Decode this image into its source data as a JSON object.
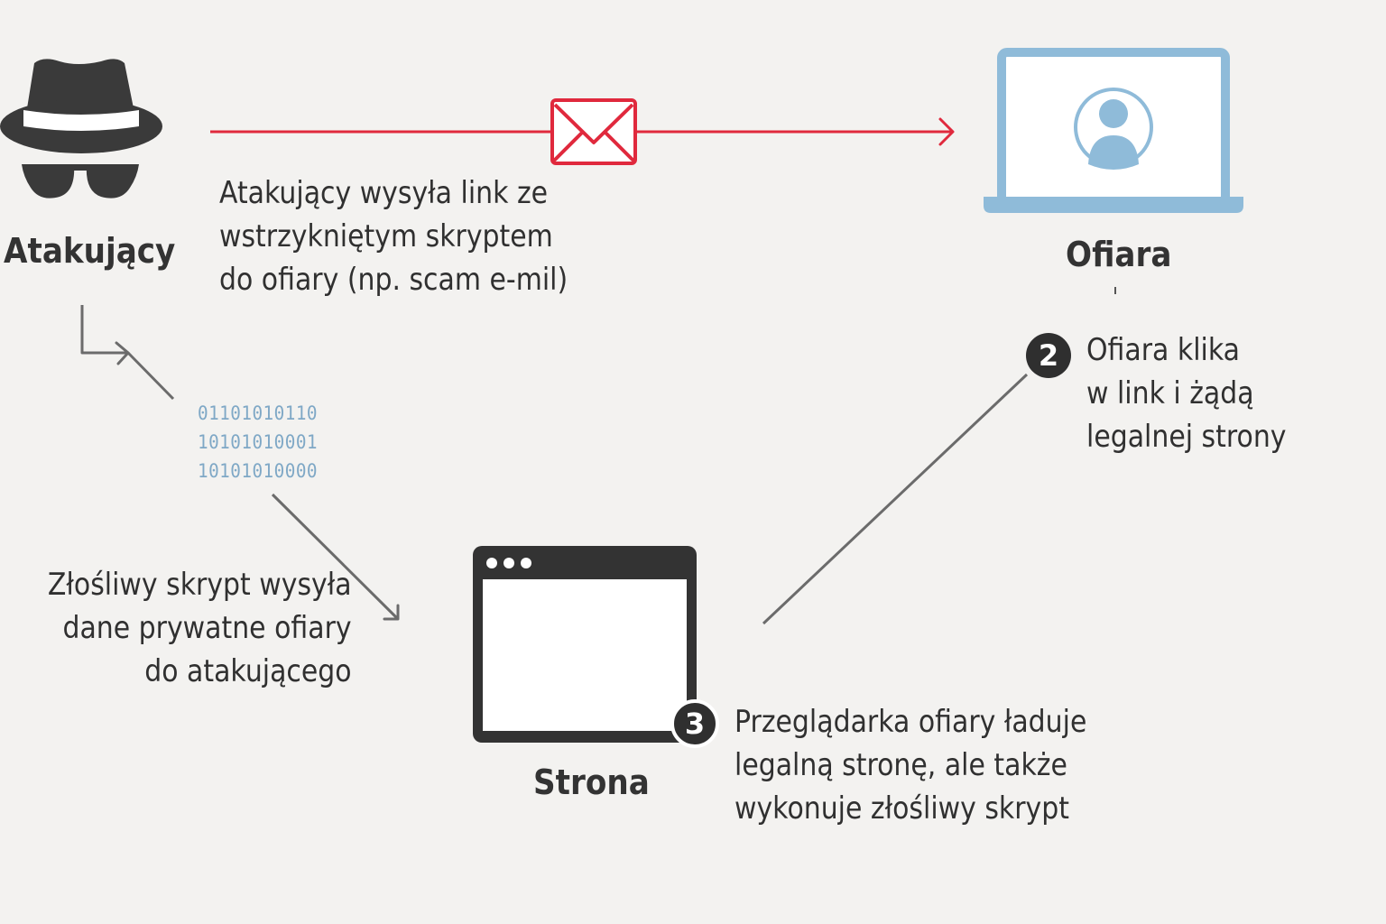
{
  "attacker": {
    "label": "Atakujący",
    "icon": "spy-hat-glasses-icon"
  },
  "victim": {
    "label": "Ofiara",
    "icon": "laptop-user-icon"
  },
  "website": {
    "label": "Strona",
    "icon": "browser-window-icon"
  },
  "steps": [
    {
      "badge": "",
      "lines": [
        "Atakujący wysyła link ze",
        "wstrzykniętym skryptem",
        "do ofiary (np. scam e-mil)"
      ]
    },
    {
      "badge": "2",
      "lines": [
        "Ofiara klika",
        "w link i żądą",
        "legalnej strony"
      ]
    },
    {
      "badge": "3",
      "lines": [
        "Przeglądarka ofiary ładuje",
        "legalną stronę, ale także",
        "wykonuje złośliwy skrypt"
      ]
    },
    {
      "badge": "",
      "lines": [
        "Złośliwy skrypt wysyła",
        "dane prywatne ofiary",
        "do atakującego"
      ]
    }
  ],
  "binary": [
    "01101010110",
    "10101010001",
    "10101010000"
  ],
  "colors": {
    "background": "#f3f2f0",
    "attack_red": "#e0293d",
    "laptop_blue": "#8fbbd9",
    "dark": "#333333",
    "line_gray": "#6b6b6b",
    "binary_blue": "#7fa8c6"
  }
}
